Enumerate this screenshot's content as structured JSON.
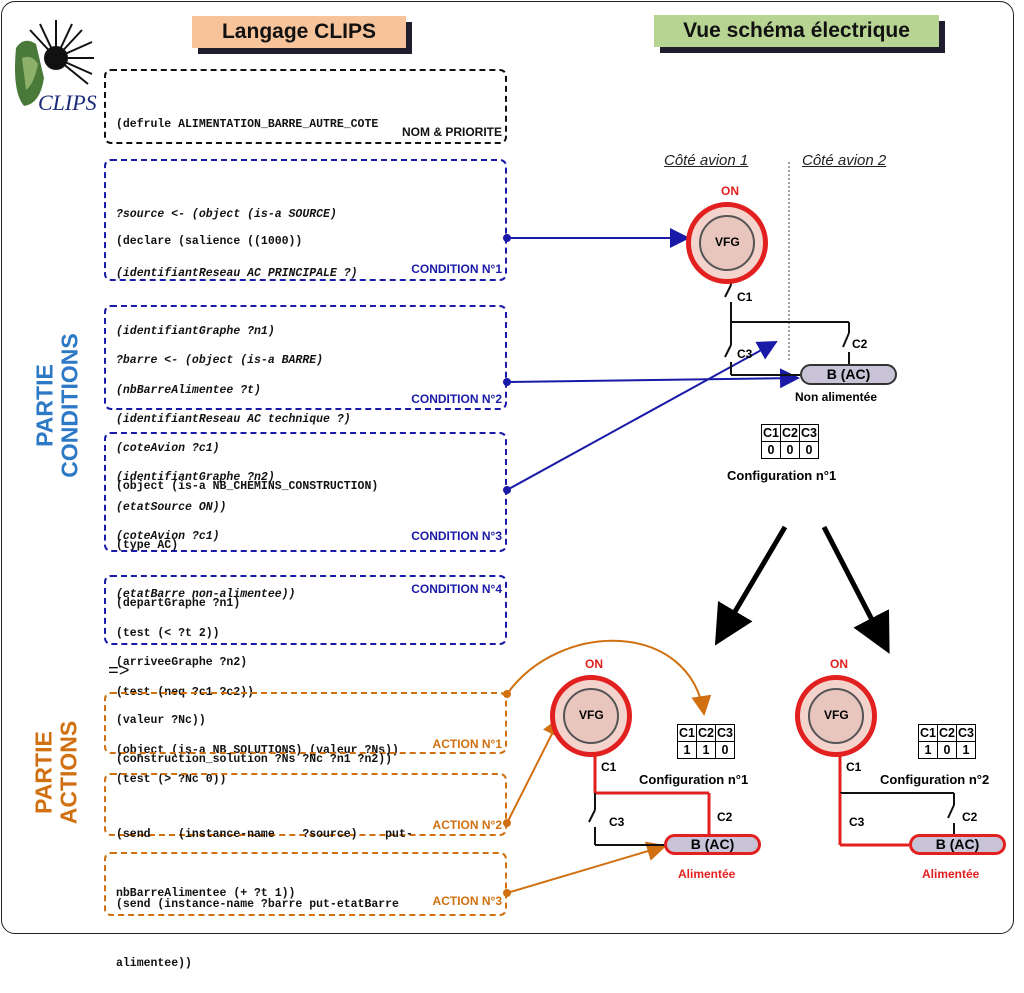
{
  "headers": {
    "left": "Langage CLIPS",
    "right": "Vue schéma électrique"
  },
  "logo_text": "CLIPS",
  "side_labels": {
    "conditions": [
      "PARTIE",
      "CONDITIONS"
    ],
    "actions": [
      "PARTIE",
      "ACTIONS"
    ]
  },
  "blocks": {
    "rule": {
      "lines": [
        "(defrule ALIMENTATION_BARRE_AUTRE_COTE",
        "",
        "(declare (salience ((1000))"
      ],
      "tag": "NOM & PRIORITE"
    },
    "cond1": {
      "lines": [
        "?source <- (object (is-a SOURCE)",
        "(identifiantReseau AC PRINCIPALE ?)",
        "(identifiantGraphe ?n1)",
        "(nbBarreAlimentee ?t)",
        "(coteAvion ?c1)",
        "(etatSource ON))"
      ],
      "tag": "CONDITION N°1"
    },
    "cond2": {
      "lines": [
        "?barre <- (object (is-a BARRE)",
        "(identifiantReseau AC technique ?)",
        "(identifiantGraphe ?n2)",
        "(coteAvion ?c1)",
        "(etatBarre non-alimentee))"
      ],
      "tag": "CONDITION N°2"
    },
    "cond3": {
      "lines": [
        "(object (is-a NB_CHEMINS_CONSTRUCTION)",
        "(type AC)",
        "(departGraphe ?n1)",
        "(arriveeGraphe ?n2)",
        "(valeur ?Nc))",
        "(test (> ?Nc 0))"
      ],
      "tag": "CONDITION N°3"
    },
    "cond4": {
      "lines": [
        "(test (< ?t 2))",
        "(test (neq ?c1 ?c2))",
        "(object (is-a NB_SOLUTIONS) (valeur ?Ns))"
      ],
      "tag": "CONDITION N°4"
    },
    "arrow": "=>",
    "act1": {
      "lines": [
        "(construction_solution ?Ns ?Nc ?n1 ?n2))"
      ],
      "tag": "ACTION N°1"
    },
    "act2": {
      "lines": [
        "(send    (instance-name    ?source)    put-",
        "nbBarreAlimentee (+ ?t 1))"
      ],
      "tag": "ACTION N°2"
    },
    "act3": {
      "lines": [
        "(send (instance-name ?barre put-etatBarre",
        "alimentee))"
      ],
      "tag": "ACTION N°3"
    }
  },
  "schema": {
    "side1": "Côté avion 1",
    "side2": "Côté avion 2",
    "on": "ON",
    "source": "VFG",
    "c1": "C1",
    "c2": "C2",
    "c3": "C3",
    "bar": "B (AC)",
    "top_state": "Non alimentée",
    "powered": "Alimentée",
    "table_headers": [
      "C1",
      "C2",
      "C3"
    ],
    "configs": [
      {
        "name": "Configuration n°1",
        "values": [
          "0",
          "0",
          "0"
        ]
      },
      {
        "name": "Configuration n°1",
        "values": [
          "1",
          "1",
          "0"
        ]
      },
      {
        "name": "Configuration n°2",
        "values": [
          "1",
          "0",
          "1"
        ]
      }
    ]
  },
  "colors": {
    "blue": "#1a1aa8",
    "orange": "#d07010",
    "red": "#e32020",
    "side_blue": "#2e79c6",
    "header_left_bg": "#f7c39b",
    "header_right_bg": "#b8d493"
  }
}
